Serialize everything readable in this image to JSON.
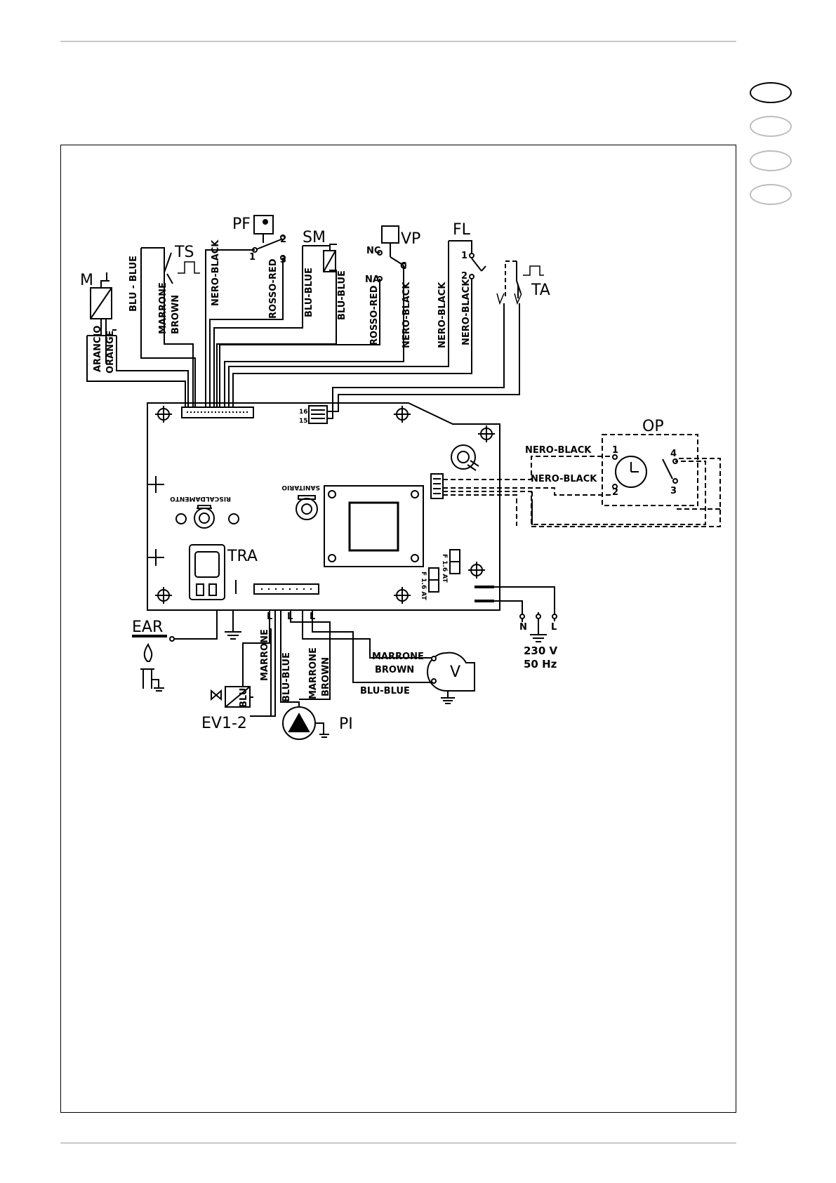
{
  "tabs": [
    "",
    "",
    "",
    ""
  ],
  "components": {
    "m": "M",
    "ts": "TS",
    "pf": "PF",
    "sm": "SM",
    "vp": "VP",
    "fl": "FL",
    "ta": "TA",
    "op": "OP",
    "tra": "TRA",
    "ear": "EAR",
    "ev": "EV1-2",
    "pi": "PI",
    "v": "V"
  },
  "wires": {
    "arancio": "ARANCIO",
    "orange": "ORANGE",
    "blu_blue": "BLU - BLUE",
    "marrone": "MARRONE",
    "brown": "BROWN",
    "nero_black": "NERO-BLACK",
    "rosso_red": "ROSSO-RED",
    "blu_blue_2": "BLU-BLUE",
    "blu_blue_3": "BLU-BLUE",
    "rosso_red_2": "ROSSO-RED",
    "nero_black_2": "NERO-BLACK",
    "nero_black_3": "NERO-BLACK",
    "nero_black_4": "NERO-BLACK",
    "nero_black_op1": "NERO-BLACK",
    "nero_black_op2": "NERO-BLACK",
    "blu": "BLU",
    "marrone_ev": "MARRONE",
    "blu_blue_pi": "BLU-BLUE",
    "marrone_pi": "MARRONE",
    "brown_pi": "BROWN",
    "marrone_v": "MARRONE",
    "brown_v": "BROWN",
    "blu_blue_v": "BLU-BLUE"
  },
  "terminals": {
    "pf_1": "1",
    "pf_2": "2",
    "pf_3": "3",
    "vp_nc": "NC",
    "vp_c": "C",
    "vp_na": "NA",
    "fl_1": "1",
    "fl_2": "2",
    "op_1": "1",
    "op_2": "2",
    "op_3": "3",
    "op_4": "4",
    "j16": "16",
    "j15": "15",
    "l1": "L",
    "l2": "L",
    "l3": "L",
    "n": "N",
    "l": "L"
  },
  "board": {
    "riscaldamento": "RISCALDAMENTO",
    "sanitario": "SANITARIO",
    "fuse1": "F 1.6 AT",
    "fuse2": "F 1.6 AT"
  },
  "supply": {
    "voltage": "230 V",
    "frequency": "50 Hz"
  }
}
